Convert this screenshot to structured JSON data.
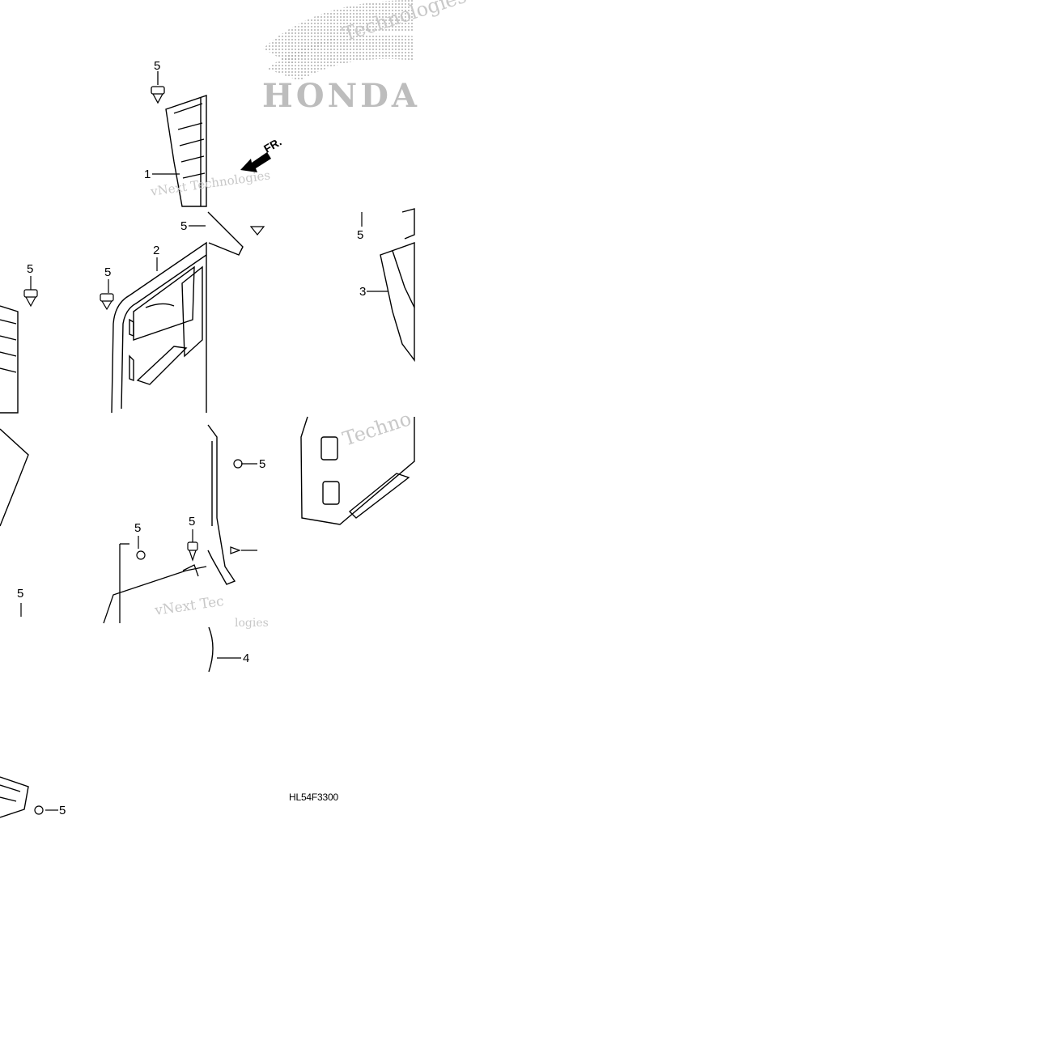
{
  "diagram": {
    "brand_logo": "HONDA",
    "direction_marker": "FR.",
    "drawing_code": "HL54F3300",
    "callouts": [
      "5",
      "1",
      "5",
      "5",
      "5",
      "2",
      "3",
      "5",
      "5",
      "5",
      "5",
      "4",
      "5",
      "5"
    ],
    "watermarks": [
      "Technologies",
      "vNext Technologies",
      "Techno",
      "vNext Tec",
      "logies"
    ],
    "colors": {
      "line": "#000000",
      "background": "#ffffff",
      "watermark": "#c8c8c8"
    }
  }
}
